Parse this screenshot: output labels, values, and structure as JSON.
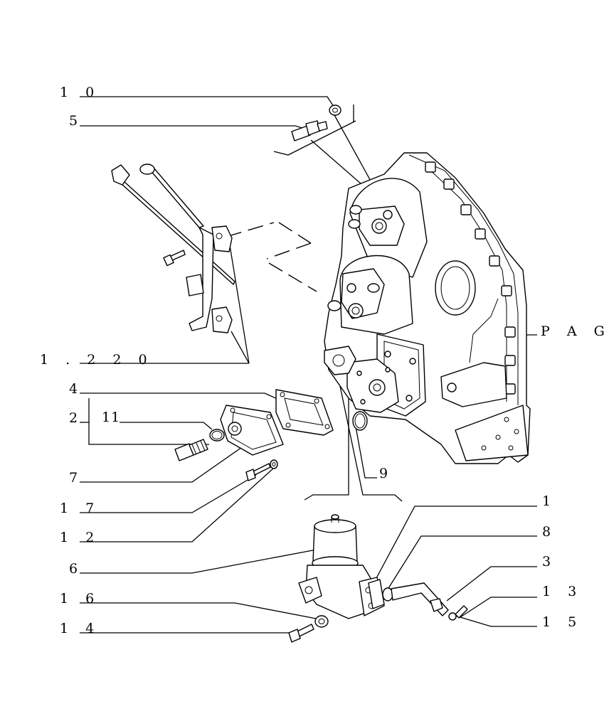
{
  "diagram": {
    "callouts": {
      "c10": "1 0",
      "c5": "5",
      "c1220": "1 . 2 2 0",
      "c4": "4",
      "c2": "2",
      "c11": "11",
      "c7": "7",
      "c17": "1 7",
      "c12": "1 2",
      "c6": "6",
      "c16": "1 6",
      "c14": "1 4",
      "c9": "9",
      "c1": "1",
      "c8": "8",
      "c3": "3",
      "c13": "1 3",
      "c15": "1 5",
      "pag": "P A G ."
    }
  }
}
